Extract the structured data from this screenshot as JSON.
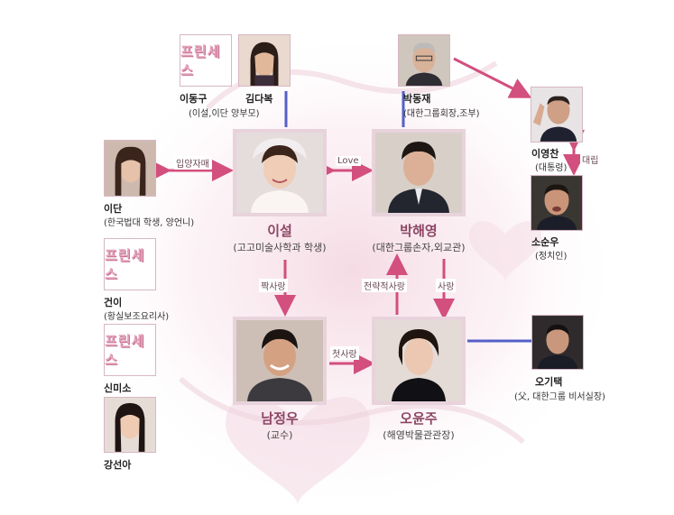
{
  "colors": {
    "arrow": "#d24f7e",
    "link": "#5560c9",
    "name": "#8c4663"
  },
  "characters": {
    "lee_dong_gu": {
      "name": "이동구",
      "note": "(이설,이단 양부모)"
    },
    "kim_da_bok": {
      "name": "김다복"
    },
    "park_dong_jae": {
      "name": "박동재",
      "note": "(대한그룹회장,조부)"
    },
    "lee_young_chan": {
      "name": "이영찬",
      "note": "(대통령)"
    },
    "so_sun_woo": {
      "name": "소순우",
      "note": "(정치인)"
    },
    "lee_dan": {
      "name": "이단",
      "note": "(한국법대 학생, 양언니)"
    },
    "lee_seol": {
      "name": "이설",
      "note": "(고고미술사학과 학생)"
    },
    "park_hae_young": {
      "name": "박해영",
      "note": "(대한그룹손자,외교관)"
    },
    "geon_i": {
      "name": "건이",
      "note": "(황실보조요리사)"
    },
    "shin_mi_so": {
      "name": "신미소"
    },
    "kang_seon_a": {
      "name": "강선아"
    },
    "nam_jung_woo": {
      "name": "남정우",
      "note": "(교수)"
    },
    "oh_yoon_ju": {
      "name": "오윤주",
      "note": "(해영박물관관장)"
    },
    "oh_gi_taek": {
      "name": "오기택",
      "note": "(父, 대한그룹 비서실장)"
    }
  },
  "relations": {
    "adopted_sisters": "입양자매",
    "love": "Love",
    "rivals": "대립",
    "one_sided_love": "짝사랑",
    "strategic_love": "전략적사랑",
    "love_kr": "사랑",
    "first_love": "첫사랑"
  },
  "logo_text": "프린세스"
}
